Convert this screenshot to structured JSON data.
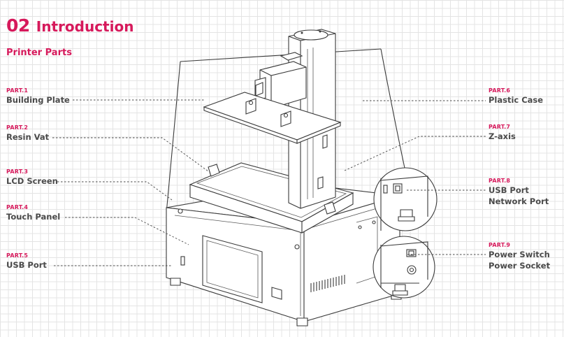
{
  "header": {
    "number": "02",
    "title": "Introduction"
  },
  "subtitle": "Printer Parts",
  "parts": [
    {
      "code": "PART.1",
      "names": [
        "Building Plate"
      ]
    },
    {
      "code": "PART.2",
      "names": [
        "Resin Vat"
      ]
    },
    {
      "code": "PART.3",
      "names": [
        "LCD Screen"
      ]
    },
    {
      "code": "PART.4",
      "names": [
        "Touch Panel"
      ]
    },
    {
      "code": "PART.5",
      "names": [
        "USB Port"
      ]
    },
    {
      "code": "PART.6",
      "names": [
        "Plastic Case"
      ]
    },
    {
      "code": "PART.7",
      "names": [
        "Z-axis"
      ]
    },
    {
      "code": "PART.8",
      "names": [
        "USB Port",
        "Network Port"
      ]
    },
    {
      "code": "PART.9",
      "names": [
        "Power Switch",
        "Power Socket"
      ]
    }
  ],
  "colors": {
    "accent": "#d6195b",
    "text": "#4a4a4a",
    "grid": "#e4e4e4",
    "line": "#3a3a3a"
  }
}
